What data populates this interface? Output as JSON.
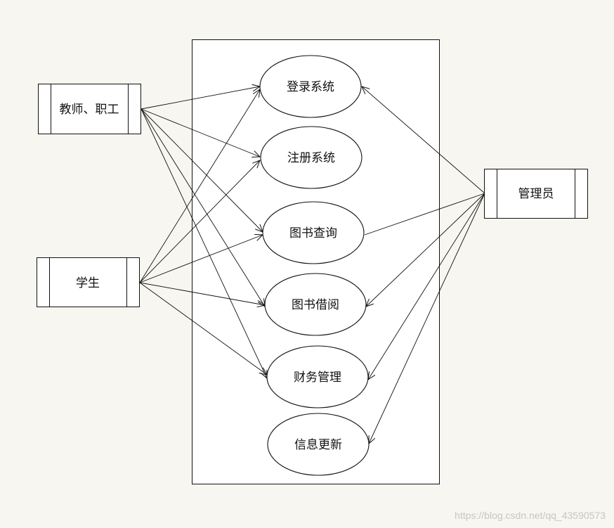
{
  "actors": {
    "teacher": "教师、职工",
    "student": "学生",
    "admin": "管理员"
  },
  "usecases": {
    "login": "登录系统",
    "register": "注册系统",
    "search": "图书查询",
    "borrow": "图书借阅",
    "finance": "财务管理",
    "update": "信息更新"
  },
  "watermark": "https://blog.csdn.net/qq_43590573",
  "colors": {
    "background": "#f8f6f0",
    "line": "#111111",
    "box_fill": "#ffffff"
  }
}
